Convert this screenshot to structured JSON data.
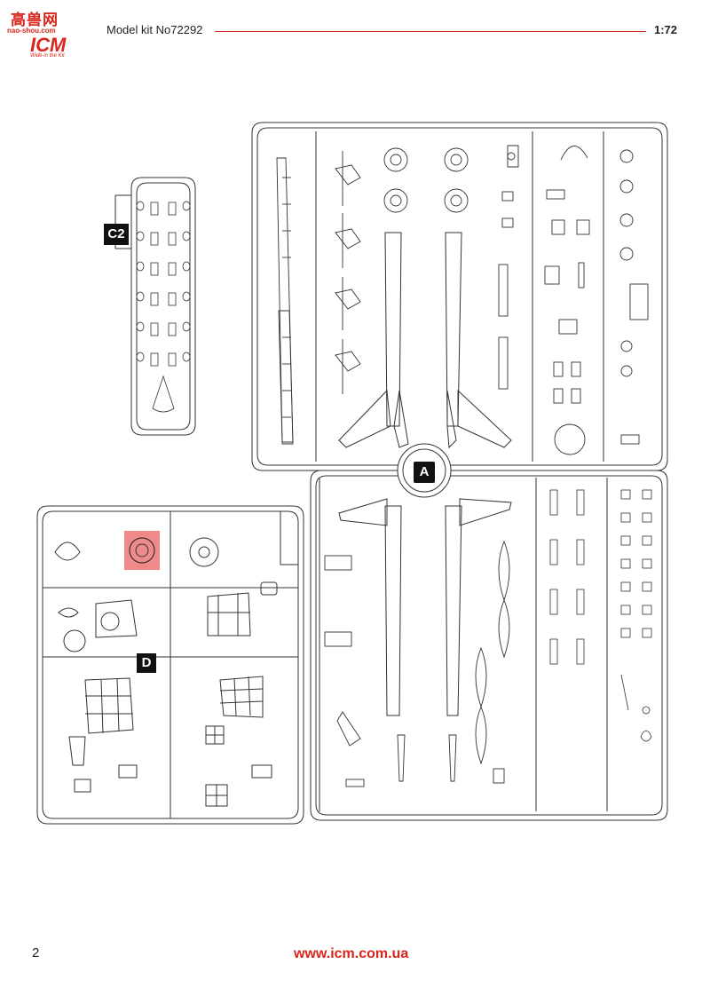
{
  "header": {
    "logo_cn": "高兽网",
    "logo_url": "nao-shou.com",
    "logo_brand": "ICM",
    "logo_slogan": "Wide in the Kit",
    "model_title": "Model kit No72292",
    "scale": "1:72"
  },
  "sprues": {
    "a_label": "A",
    "c2_label": "C2",
    "d_label": "D",
    "highlight_color": "#f08a8a"
  },
  "footer": {
    "page_number": "2",
    "url": "www.icm.com.ua"
  },
  "colors": {
    "accent": "#d9261c",
    "line": "#333333"
  }
}
